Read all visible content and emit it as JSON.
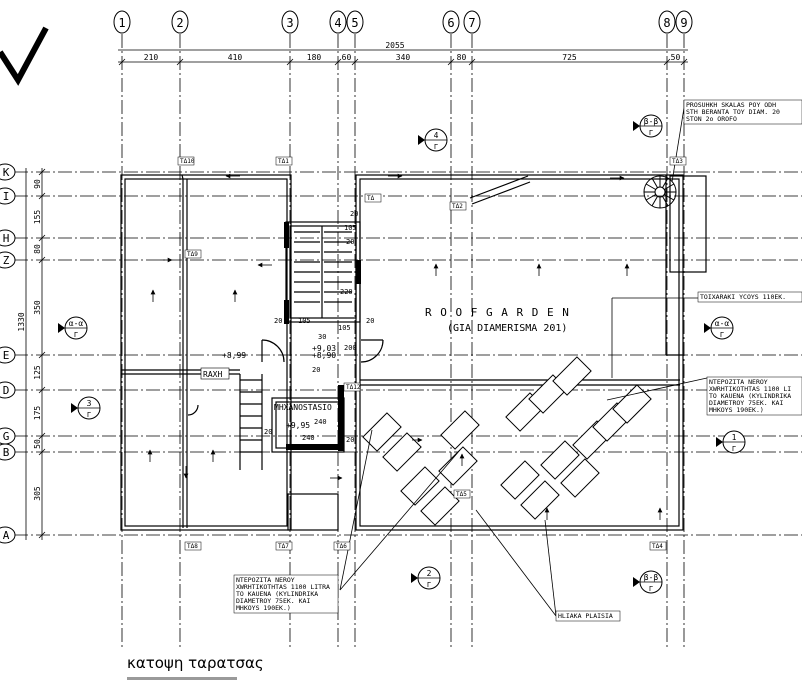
{
  "grid_columns": [
    "1",
    "2",
    "3",
    "4",
    "5",
    "6",
    "7",
    "8",
    "9"
  ],
  "grid_rows": [
    "K",
    "I",
    "H",
    "Z",
    "E",
    "D",
    "G",
    "B",
    "A"
  ],
  "dimensions": {
    "total": "2055",
    "spans": [
      "210",
      "410",
      "180",
      "60",
      "340",
      "80",
      "725",
      "50"
    ],
    "vertical_total": "1330",
    "vertical_spans": [
      "90",
      "155",
      "80",
      "350",
      "125",
      "175",
      "50",
      "305"
    ]
  },
  "rooms": {
    "roof_garden": "R O O F   G A R D E N",
    "roof_garden_sub": "(GIA DIAMERISMA 201)",
    "rachi": "RAXH",
    "mechanostasio": "MHXANOSTASIO"
  },
  "levels": [
    "+9,03",
    "+8,90",
    "+8,99",
    "+9,95"
  ],
  "small_dims": [
    "20",
    "105",
    "30",
    "105",
    "20",
    "200",
    "20",
    "240",
    "240",
    "20",
    "20",
    "20",
    "220",
    "20",
    "105"
  ],
  "tags": [
    "TΔ10",
    "TΔ1",
    "TΔ9",
    "TΔ",
    "TΔ2",
    "TΔ3",
    "TΔ12",
    "TΔ8",
    "TΔ7",
    "TΔ6",
    "TΔ5",
    "TΔ4"
  ],
  "section_markers": [
    {
      "top": "4",
      "bottom": "Γ"
    },
    {
      "top": "3",
      "bottom": "Γ"
    },
    {
      "top": "2",
      "bottom": "Γ"
    },
    {
      "top": "α-α",
      "bottom": "Γ"
    },
    {
      "top": "α-α",
      "bottom": "Γ"
    },
    {
      "top": "β-β",
      "bottom": "Γ"
    },
    {
      "top": "β-β",
      "bottom": "Γ"
    },
    {
      "top": "1",
      "bottom": "Γ"
    }
  ],
  "notes": {
    "stair_note": [
      "PROSUHKH SKALAS POY ODH",
      "STH BERANTA TOY DIAM. 20",
      "STON 2o OROFO"
    ],
    "wall_note": "TOIXARAKI YCOYS 110EK.",
    "tank_note_right": [
      "NTEPOZITA NEROY",
      "XWRHTIKOTHTAS 1100 LI",
      "TO KAUENA (KYLINDRIKA",
      "DIAMETROY 75EK. KAI",
      "MHKOYS 190EK.)"
    ],
    "tank_note_bottom": [
      "NTEPOZITA NEROY",
      "XWRHTIKOTHTAS 1100 LITRA",
      "TO KAUENA (KYLINDRIKA",
      "DIAMETROY 75EK. KAI",
      "MHKOYS 190EK.)"
    ],
    "solar_note": "HLIAKA PLAISIA"
  },
  "caption": "κατοψη ταρατσας"
}
